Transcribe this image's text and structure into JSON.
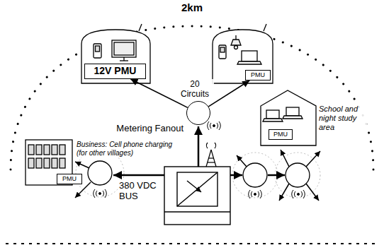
{
  "diagram": {
    "nodes": [
      {
        "text": [
          "12V PMU"
        ]
      },
      {
        "text": [
          "PMU"
        ]
      },
      {
        "text": [
          "Metering Fanout"
        ]
      },
      {
        "text": [
          "PMU"
        ]
      },
      {
        "text": [
          "PMU"
        ]
      }
    ],
    "edges": [
      {
        "from": 2,
        "to": 0,
        "arrow": "to"
      },
      {
        "from": 2,
        "to": 1,
        "arrow": "to"
      }
    ],
    "labels": [
      "2km",
      "20 Circuits",
      "Business: Cell phone charging (for other villages)",
      "380 VDC BUS",
      "School and night study area"
    ]
  }
}
